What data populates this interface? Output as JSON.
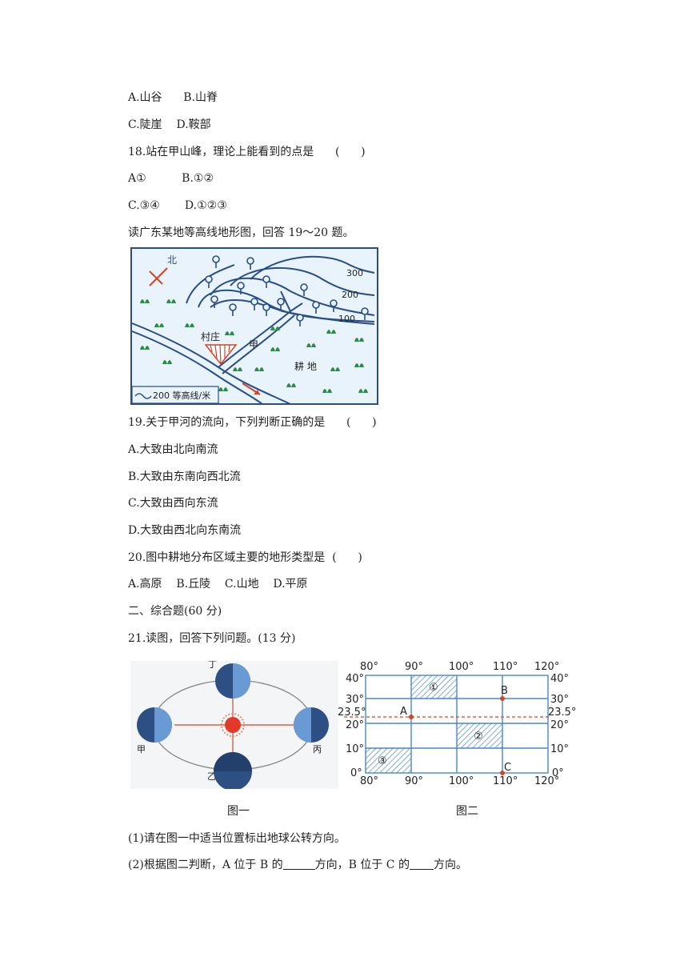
{
  "lines": {
    "q17_ab": "A.山谷      B.山脊",
    "q17_cd": "C.陡崖    D.鞍部",
    "q18": "18.站在甲山峰，理论上能看到的点是      (      )",
    "q18_ab": "A①          B.①②",
    "q18_cd": "C.③④       D.①②③",
    "intro_19_20": "读广东某地等高线地形图，回答 19～20 题。",
    "q19": "19.关于甲河的流向，下列判断正确的是      (      )",
    "q19_a": "A.大致由北向南流",
    "q19_b": "B.大致由东南向西北流",
    "q19_c": "C.大致由西向东流",
    "q19_d": "D.大致由西北向东南流",
    "q20": "20.图中耕地分布区域主要的地形类型是  (      )",
    "q20_opts": "A.高原    B.丘陵    C.山地    D.平原",
    "section2": "二、综合题(60 分)",
    "q21": "21.读图，回答下列问题。(13 分)",
    "q21_1": "(1)请在图一中适当位置标出地球公转方向。",
    "q21_2a": "(2)根据图二判断，A 位于 B 的",
    "q21_2b": "方向，B 位于 C 的",
    "q21_2c": "方向。"
  },
  "map1": {
    "north": "北",
    "contours": [
      "300",
      "200",
      "100"
    ],
    "village": "村庄",
    "river": "甲",
    "farmland": "耕  地",
    "legend": "200 等高线/米"
  },
  "fig1": {
    "caption": "图一",
    "positions": [
      "丁",
      "甲",
      "乙",
      "丙"
    ]
  },
  "fig2": {
    "caption": "图二",
    "top_lons": [
      "80°",
      "90°",
      "100°",
      "110°",
      "120°"
    ],
    "bottom_lons": [
      "80°",
      "90°",
      "100°",
      "110°",
      "120°"
    ],
    "left_lats": [
      "40°",
      "30°",
      "23.5°",
      "20°",
      "10°",
      "0°"
    ],
    "right_lats": [
      "40°",
      "30°",
      "23.5°",
      "20°",
      "10°",
      "0°"
    ],
    "points": [
      "A",
      "B",
      "C"
    ],
    "regions": [
      "①",
      "②",
      "③"
    ]
  }
}
